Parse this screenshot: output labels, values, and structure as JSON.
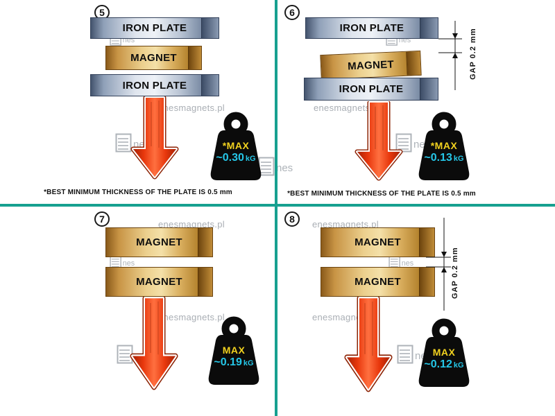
{
  "brand": {
    "watermark": "enesmagnets.pl",
    "logo_text": "nes"
  },
  "colors": {
    "divider": "#17A090",
    "arrow": "#E8380D",
    "max": "#F2D21F",
    "value": "#25C7E8"
  },
  "panels": [
    {
      "number": "5",
      "layers": [
        "IRON PLATE",
        "MAGNET",
        "IRON PLATE"
      ],
      "weight": {
        "max": "*MAX",
        "value": "~0.30",
        "unit": "kG"
      },
      "footnote": "*BEST MINIMUM THICKNESS OF THE PLATE IS 0.5 mm"
    },
    {
      "number": "6",
      "layers": [
        "IRON PLATE",
        "MAGNET",
        "IRON PLATE"
      ],
      "weight": {
        "max": "*MAX",
        "value": "~0.13",
        "unit": "kG"
      },
      "footnote": "*BEST MINIMUM THICKNESS OF THE PLATE IS 0.5 mm",
      "gap": "GAP  0.2 mm"
    },
    {
      "number": "7",
      "layers": [
        "MAGNET",
        "MAGNET"
      ],
      "weight": {
        "max": "MAX",
        "value": "~0.19",
        "unit": "kG"
      }
    },
    {
      "number": "8",
      "layers": [
        "MAGNET",
        "MAGNET"
      ],
      "weight": {
        "max": "MAX",
        "value": "~0.12",
        "unit": "kG"
      },
      "gap": "GAP  0.2 mm"
    }
  ]
}
